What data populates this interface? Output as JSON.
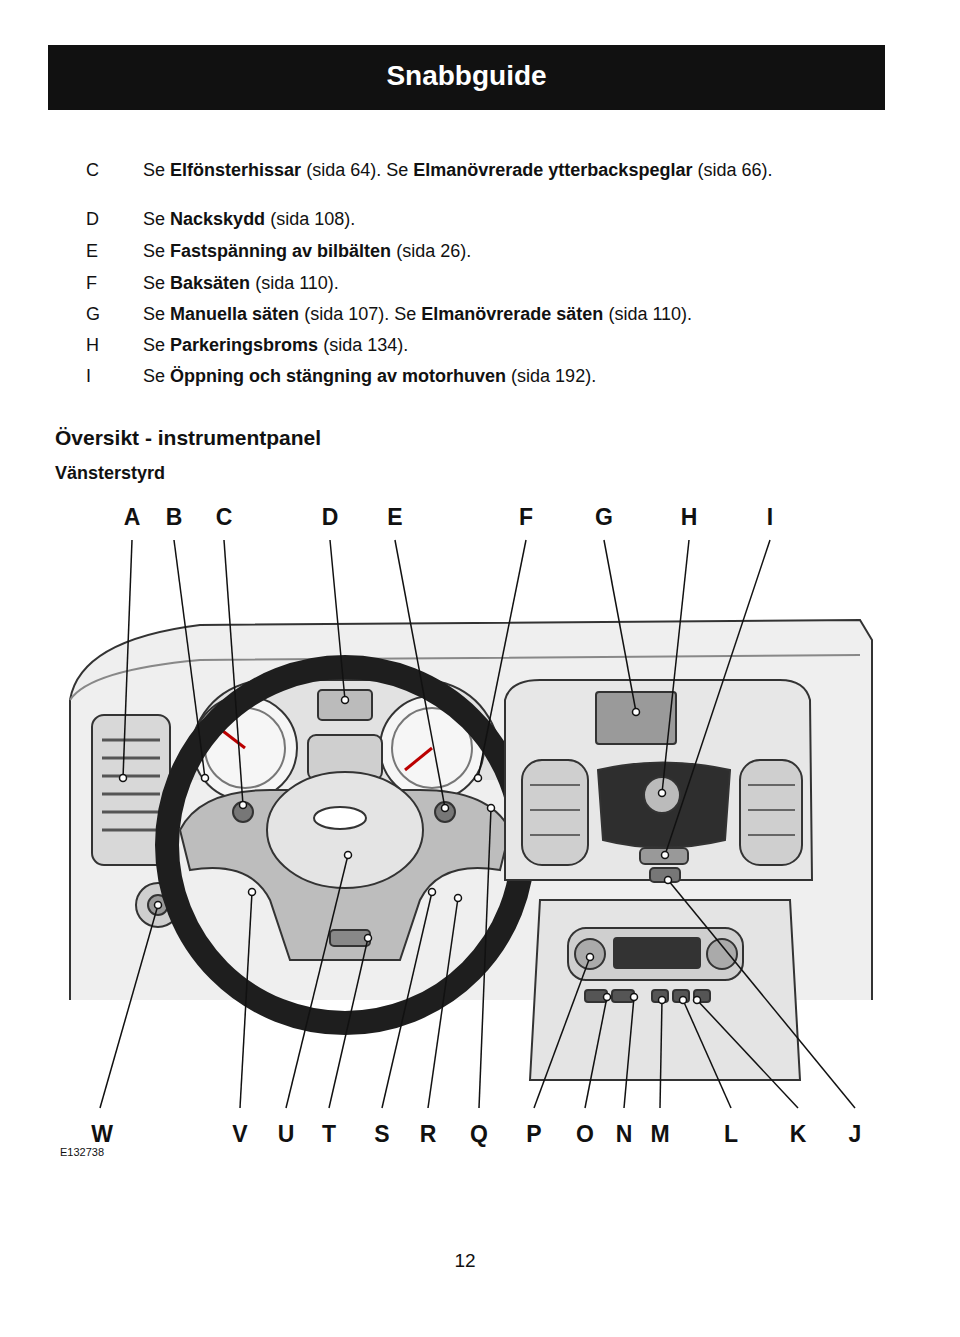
{
  "diagram": {
    "title": "Snabbguide",
    "labels": [
      "C",
      "Se",
      "Elfönsterhissar",
      "(sida 64).",
      "Se",
      "Elmanövrerade ytterbackspeglar",
      "(sida 66).",
      "D",
      "Se",
      "Nackskydd",
      "(sida 108).",
      "E",
      "Se",
      "Fastspänning av bilbälten",
      "(sida 26).",
      "F",
      "Se",
      "Baksäten",
      "(sida 110).",
      "G",
      "Se",
      "Manuella säten",
      "(sida 107).",
      "Se",
      "Elmanövrerade säten",
      "(sida 110).",
      "H",
      "Se",
      "Parkeringsbroms",
      "(sida 134).",
      "I",
      "Se",
      "Öppning och stängning av motorhuven",
      "(sida 192).",
      "Översikt - instrumentpanel",
      "Vänsterstyrd",
      "A",
      "B",
      "C",
      "D",
      "E",
      "F",
      "G",
      "H",
      "I",
      "W",
      "V",
      "U",
      "T",
      "S",
      "R",
      "Q",
      "P",
      "O",
      "N",
      "M",
      "L",
      "K",
      "J",
      "E132738",
      "12"
    ]
  }
}
